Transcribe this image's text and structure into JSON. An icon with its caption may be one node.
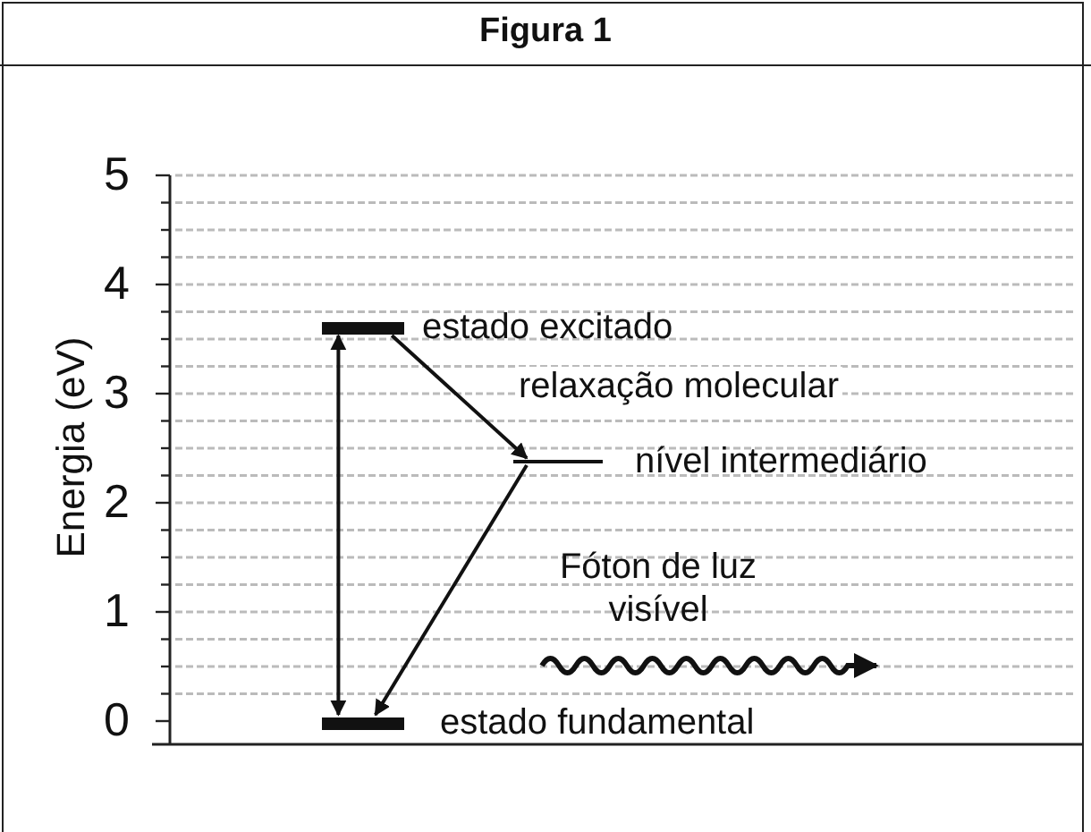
{
  "diagram": {
    "title": "Figura 1",
    "nodes": [
      {
        "text": [
          "estado excitado"
        ]
      },
      {
        "text": [
          "nível intermediário"
        ]
      },
      {
        "text": [
          "estado fundamental"
        ]
      }
    ],
    "edges": [
      {
        "from": 0,
        "to": 2,
        "arrow": "both"
      },
      {
        "from": 0,
        "to": 1,
        "arrow": "to",
        "label": "relaxação molecular"
      },
      {
        "from": 1,
        "to": 2,
        "arrow": "to"
      }
    ],
    "labels": [
      "5",
      "4",
      "3",
      "2",
      "1",
      "0",
      "Energia (eV)",
      "Fóton de luz visível"
    ]
  }
}
